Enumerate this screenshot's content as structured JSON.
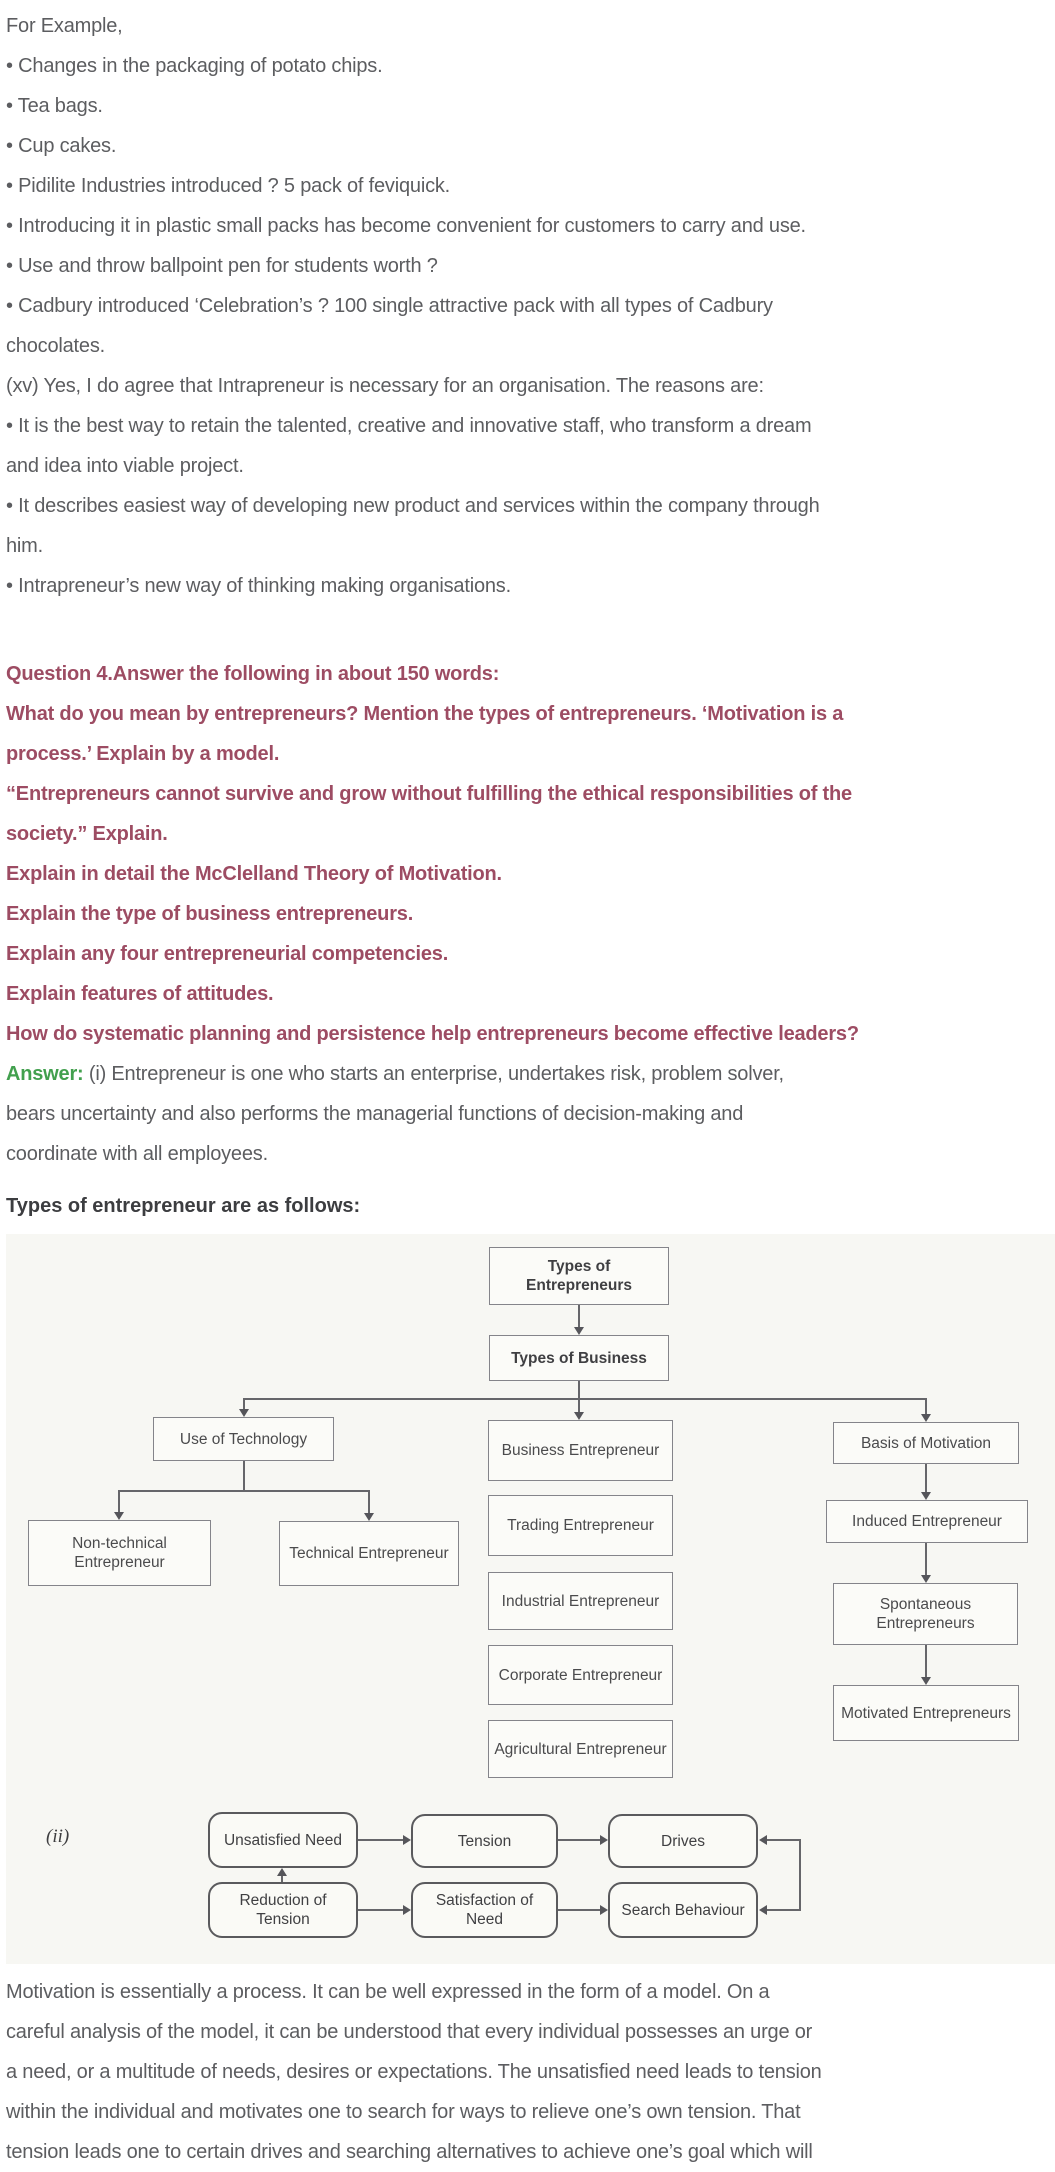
{
  "colors": {
    "question_text": "#9d4c63",
    "answer_label_green": "#42a04e",
    "body_text": "#5c5d60",
    "heading_text": "#3c3d40",
    "diagram_line": "#66666a"
  },
  "intro": {
    "lines": [
      "For Example,",
      "• Changes in the packaging of potato chips.",
      "• Tea bags.",
      "• Cup cakes.",
      "• Pidilite Industries introduced ? 5 pack of feviquick.",
      "• Introducing it in plastic small packs has become convenient for customers to carry and use.",
      "• Use and throw ballpoint pen for students worth ?",
      "• Cadbury introduced ‘Celebration’s ? 100 single attractive pack with all types of Cadbury",
      "chocolates.",
      "(xv) Yes, I do agree that Intrapreneur is necessary for an organisation. The reasons are:",
      "• It is the best way to retain the talented, creative and innovative staff, who transform a dream",
      "and idea into viable project.",
      "• It describes easiest way of developing new product and services within the company through",
      "him.",
      "• Intrapreneur’s new way of thinking making organisations."
    ]
  },
  "question_block": {
    "lines": [
      "Question 4.Answer the following in about 150 words:",
      "What do you mean by entrepreneurs? Mention the types of entrepreneurs. ‘Motivation is a",
      "process.’ Explain by a model.",
      "“Entrepreneurs cannot survive and grow without fulfilling the ethical responsibilities of the",
      "society.” Explain.",
      "Explain in detail the McClelland Theory of Motivation.",
      "Explain the type of business entrepreneurs.",
      "Explain any four entrepreneurial competencies.",
      "Explain features of attitudes.",
      "How do systematic planning and persistence help entrepreneurs become effective leaders?"
    ]
  },
  "answer_block": {
    "label": "Answer:",
    "first_line_rest": " (i) Entrepreneur is one who starts an enterprise, undertakes risk, problem solver,",
    "lines": [
      "bears uncertainty and also performs the managerial functions of decision-making and",
      "coordinate with all employees."
    ],
    "types_heading": "Types of entrepreneur are as follows:"
  },
  "diagram1": {
    "nodes": {
      "types_of_entrepreneurs": "Types of Entrepreneurs",
      "types_of_business": "Types of Business",
      "use_of_technology": "Use of Technology",
      "non_technical_entrepreneur": "Non-technical Entrepreneur",
      "technical_entrepreneur": "Technical Entrepreneur",
      "business_entrepreneur": "Business Entrepreneur",
      "trading_entrepreneur": "Trading Entrepreneur",
      "industrial_entrepreneur": "Industrial Entrepreneur",
      "corporate_entrepreneur": "Corporate Entrepreneur",
      "agricultural_entrepreneur": "Agricultural Entrepreneur",
      "basis_of_motivation": "Basis of Motivation",
      "induced_entrepreneur": "Induced Entrepreneur",
      "spontaneous_entrepreneurs": "Spontaneous Entrepreneurs",
      "motivated_entrepreneurs": "Motivated Entrepreneurs"
    },
    "edges": [
      "types_of_entrepreneurs -> types_of_business",
      "types_of_business -> use_of_technology",
      "types_of_business -> business_entrepreneur",
      "types_of_business -> basis_of_motivation",
      "use_of_technology -> non_technical_entrepreneur",
      "use_of_technology -> technical_entrepreneur",
      "basis_of_motivation -> induced_entrepreneur",
      "induced_entrepreneur -> spontaneous_entrepreneurs",
      "spontaneous_entrepreneurs -> motivated_entrepreneurs"
    ]
  },
  "diagram2": {
    "label": "(ii)",
    "nodes": {
      "unsatisfied_need": "Unsatisfied Need",
      "tension": "Tension",
      "drives": "Drives",
      "reduction_of_tension": "Reduction of Tension",
      "satisfaction_of_need": "Satisfaction of Need",
      "search_behaviour": "Search Behaviour"
    },
    "edges": [
      "unsatisfied_need -> tension",
      "tension -> drives",
      "drives -> search_behaviour",
      "reduction_of_tension -> unsatisfied_need",
      "reduction_of_tension -> satisfaction_of_need",
      "satisfaction_of_need -> search_behaviour"
    ]
  },
  "closing": {
    "lines": [
      "Motivation is essentially a process. It can be well expressed in the form of a model. On a",
      "careful analysis of the model, it can be understood that every individual possesses an urge or",
      "a need, or a multitude of needs, desires or expectations. The unsatisfied need leads to tension",
      "within the individual and motivates one to search for ways to relieve one’s own tension. That",
      "tension leads one to certain drives and searching alternatives to achieve one’s goal which will"
    ]
  }
}
